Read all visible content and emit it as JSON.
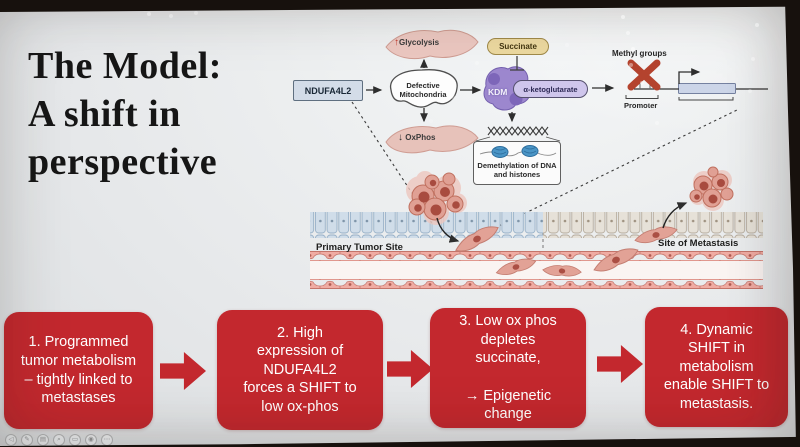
{
  "slide": {
    "title_lines": [
      "The Model:",
      "A shift in",
      "perspective"
    ]
  },
  "pathway": {
    "ndufa4l2_label": "NDUFA4L2",
    "glycolysis_arrow": "↑",
    "glycolysis_label": "Glycolysis",
    "mitochondria_label": "Defective\nMitochondria",
    "oxphos_arrow": "↓",
    "oxphos_label": "OxPhos",
    "succinate_label": "Succinate",
    "kdm_label": "KDM",
    "akg_label": "α-ketoglutarate",
    "demethylation_label": "Demethylation of DNA\nand histones",
    "methyl_groups_label": "Methyl groups",
    "promoter_label": "Promoter"
  },
  "tissue": {
    "primary_site_label": "Primary Tumor Site",
    "metastasis_site_label": "Site of Metastasis"
  },
  "steps": [
    {
      "text": "1. Programmed\ntumor metabolism\n– tightly linked to\nmetastases"
    },
    {
      "text": "2. High\nexpression of\nNDUFA4L2\nforces a SHIFT to\nlow ox-phos"
    },
    {
      "text": "3. Low ox phos\ndepletes\nsuccinate,\n\n→ Epigenetic\nchange"
    },
    {
      "text": "4. Dynamic\nSHIFT in\nmetabolism\nenable SHIFT to\nmetastasis."
    }
  ],
  "toolbar": {
    "icons": [
      {
        "name": "previous-slide",
        "glyph": "◁"
      },
      {
        "name": "pen-tool",
        "glyph": "✎"
      },
      {
        "name": "see-all-slides",
        "glyph": "▤"
      },
      {
        "name": "zoom-tool",
        "glyph": "⌕"
      },
      {
        "name": "subtitles",
        "glyph": "▭"
      },
      {
        "name": "camera",
        "glyph": "◉"
      },
      {
        "name": "more-options",
        "glyph": "⋯"
      }
    ]
  },
  "colors": {
    "step_red": "#c3282e",
    "slide_bg": "#e9ebec",
    "kdm_purple": "#9c87ce",
    "akg_lavender": "#cfc6ec",
    "succinate_yellow": "#ecd9a0",
    "cell_pink": "#ecc8c1",
    "epithelium_blue": "#d0dde9",
    "epithelium_beige": "#e6e1d8",
    "vessel_pink": "#f0aca3",
    "methyl_x_red": "#b4432e"
  }
}
